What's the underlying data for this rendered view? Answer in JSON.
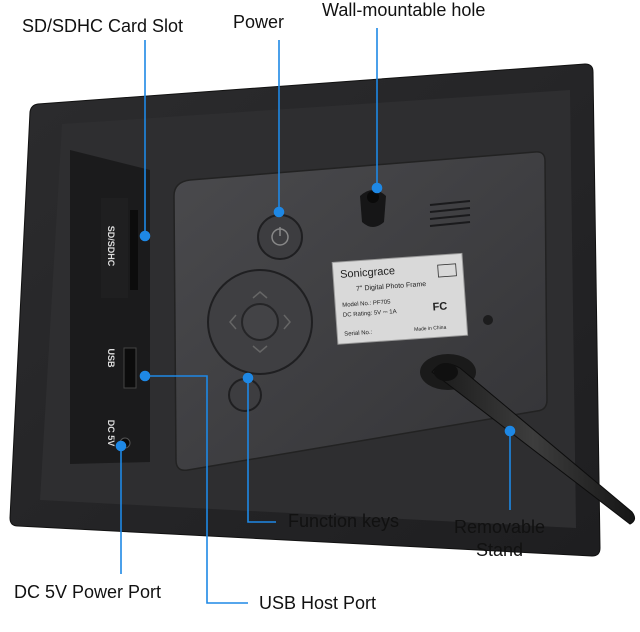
{
  "callouts": {
    "sd_slot": "SD/SDHC Card Slot",
    "power": "Power",
    "wall_hole": "Wall-mountable hole",
    "function_keys": "Function keys",
    "removable_stand": "Removable\nStand",
    "usb_host": "USB Host Port",
    "dc_power": "DC 5V Power Port"
  },
  "device": {
    "side_labels": {
      "sd": "SD/SDHC",
      "usb": "USB",
      "dc": "DC 5V"
    },
    "sticker": {
      "brand": "Sonicgrace",
      "title": "7\" Digital Photo Frame",
      "model": "Model No.: PF705",
      "rating": "DC Rating: 5V ⎓ 1A",
      "serial": "Serial No.:",
      "origin": "Made in China",
      "fcc": "FC"
    }
  },
  "colors": {
    "accent_line": "#1e88e5",
    "frame_body": "#2b2b2d",
    "panel": "#3a3a3d"
  }
}
